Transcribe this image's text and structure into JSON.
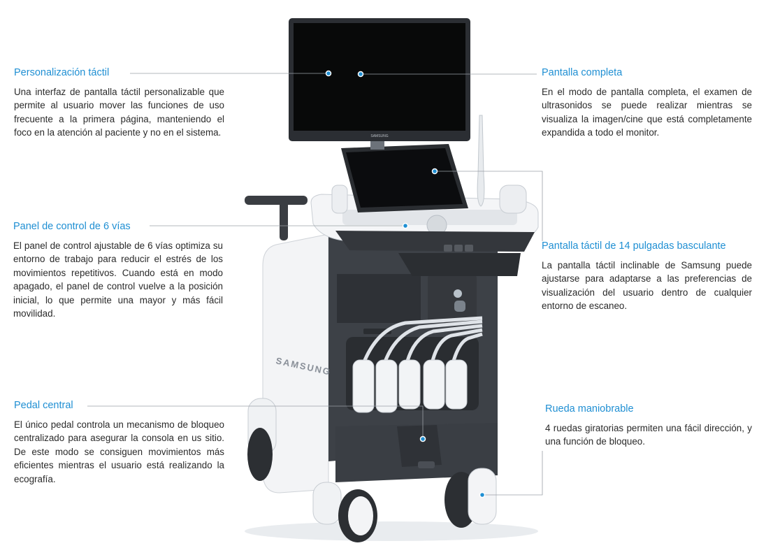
{
  "accent_color": "#1f8fd3",
  "brand": {
    "monitor_logo": "SAMSUNG",
    "body_logo": "SAMSUNG"
  },
  "callouts": {
    "personalizacion": {
      "title": "Personalización táctil",
      "text": "Una interfaz de pantalla táctil personalizable que permite al usuario mover las funciones de uso frecuente a la primera página, manteniendo el foco en la atención al paciente y no en el sistema."
    },
    "pantalla_completa": {
      "title": "Pantalla completa",
      "text": "En el modo de pantalla completa, el examen de ultrasonidos se puede realizar mientras se visualiza la imagen/cine que está completamente expandida a todo el monitor."
    },
    "panel_control": {
      "title": "Panel de control de 6 vías",
      "text": "El panel de control ajustable de 6 vías optimiza su entorno de trabajo para reducir el estrés de los movimientos repetitivos. Cuando está en modo apagado, el panel de control vuelve a la posición inicial, lo que permite una mayor y más fácil movilidad."
    },
    "pantalla_tactil": {
      "title": "Pantalla táctil de 14 pulgadas basculante",
      "text": "La pantalla táctil inclinable de Samsung puede ajustarse para adaptarse a las preferencias de visualización del usuario dentro de cualquier entorno de escaneo."
    },
    "pedal": {
      "title": "Pedal central",
      "text": "El único pedal controla un mecanismo de bloqueo centralizado para asegurar la consola en us sitio. De este modo se consiguen movimientos más eficientes mientras el usuario está realizando la ecografía."
    },
    "rueda": {
      "title": "Rueda maniobrable",
      "text": "4 ruedas giratorias permiten una fácil dirección, y una función de bloqueo."
    }
  }
}
